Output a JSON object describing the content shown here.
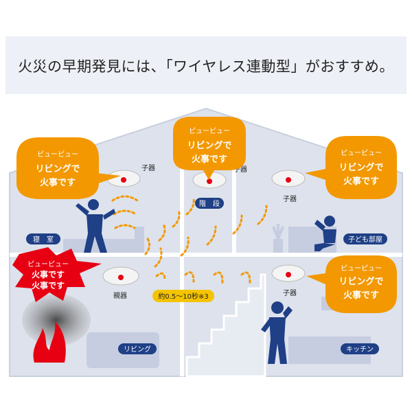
{
  "headline": "火災の早期発見には、「ワイヤレス連動型」がおすすめ。",
  "rooms": {
    "bedroom": "寝　室",
    "stairs": "階　段",
    "kids_room": "子ども部屋",
    "living": "リビング",
    "kitchen": "キッチン"
  },
  "detectors": {
    "parent": "親器",
    "child": "子器"
  },
  "bubbles": {
    "alarm_line1": "ピューピュー",
    "alarm_line2": "火事です",
    "alarm_line3": "火事です",
    "linked_line1": "ピューピュー",
    "linked_line2": "リビングで",
    "linked_line3": "火事です"
  },
  "delay_note": "約0.5〜10秒※3",
  "colors": {
    "wall": "#dde2ec",
    "floor_line": "#ffffff",
    "label_blue": "#1f3f86",
    "person_blue": "#1f3f86",
    "orange": "#f39800",
    "red": "#e60012",
    "yellow_tag": "#f5c400"
  }
}
